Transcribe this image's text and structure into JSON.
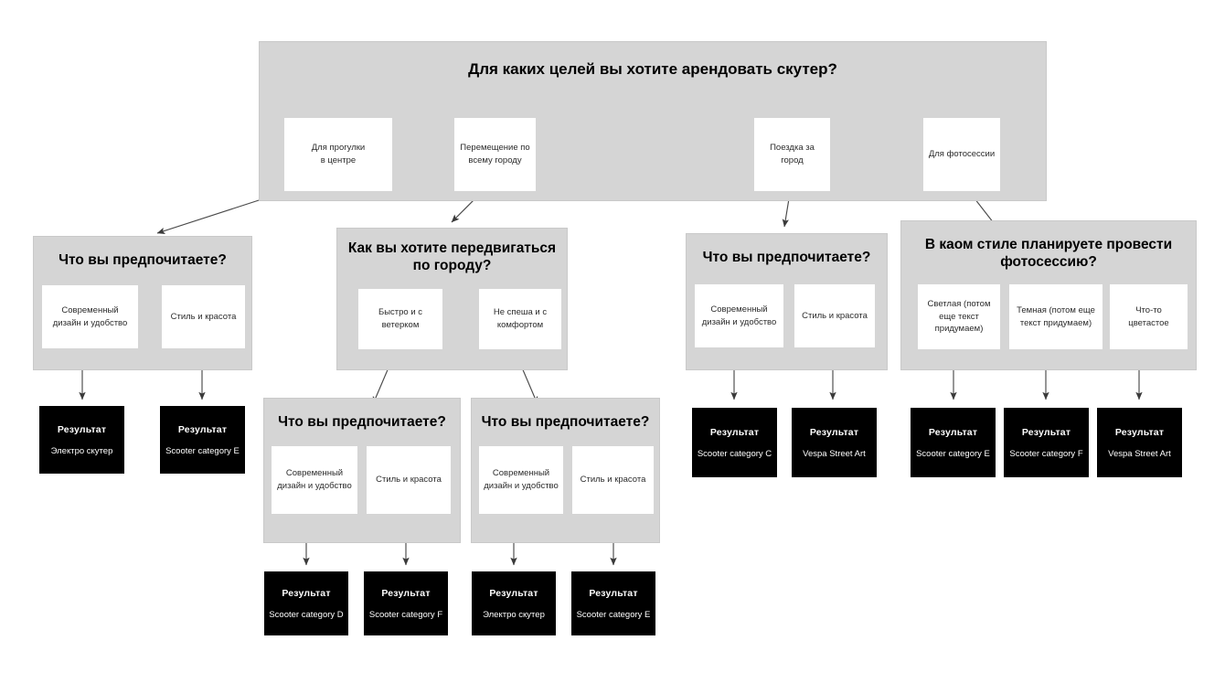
{
  "colors": {
    "panel_bg": "#d5d5d5",
    "option_bg": "#ffffff",
    "result_bg": "#000000",
    "result_text": "#ffffff",
    "edge": "#444444",
    "page_bg": "#ffffff"
  },
  "root": {
    "title": "Для каких целей вы хотите арендовать скутер?",
    "options": [
      {
        "label": "Для прогулки\nв центре"
      },
      {
        "label": "Перемещение по\nвсему городу"
      },
      {
        "label": "Поездка за город"
      },
      {
        "label": "Для фотосессии"
      }
    ]
  },
  "panels": {
    "walk_prefer": {
      "title": "Что вы предпочитаете?",
      "options": [
        {
          "label": "Современный\nдизайн и удобство"
        },
        {
          "label": "Стиль и красота"
        }
      ]
    },
    "city_move": {
      "title": "Как вы хотите передвигаться по городу?",
      "options": [
        {
          "label": "Быстро и с\nветерком"
        },
        {
          "label": "Не спеша и с\nкомфортом"
        }
      ]
    },
    "fast_prefer": {
      "title": "Что вы предпочитаете?",
      "options": [
        {
          "label": "Современный\nдизайн и удобство"
        },
        {
          "label": "Стиль и красота"
        }
      ]
    },
    "slow_prefer": {
      "title": "Что вы предпочитаете?",
      "options": [
        {
          "label": "Современный\nдизайн и удобство"
        },
        {
          "label": "Стиль и красота"
        }
      ]
    },
    "country_prefer": {
      "title": "Что вы предпочитаете?",
      "options": [
        {
          "label": "Современный\nдизайн и удобство"
        },
        {
          "label": "Стиль и красота"
        }
      ]
    },
    "photo_style": {
      "title": "В каом стиле планируете провести фотосессию?",
      "options": [
        {
          "label": "Светлая (потом\nеще текст\nпридумаем)"
        },
        {
          "label": "Темная (потом еще\nтекст придумаем)"
        },
        {
          "label": "Что-то цветастое"
        }
      ]
    }
  },
  "results": [
    {
      "id": "r1",
      "title": "Результат",
      "value": "Электро скутер"
    },
    {
      "id": "r2",
      "title": "Результат",
      "value": "Scooter category E"
    },
    {
      "id": "r3",
      "title": "Результат",
      "value": "Scooter category D"
    },
    {
      "id": "r4",
      "title": "Результат",
      "value": "Scooter category F"
    },
    {
      "id": "r5",
      "title": "Результат",
      "value": "Электро скутер"
    },
    {
      "id": "r6",
      "title": "Результат",
      "value": "Scooter category E"
    },
    {
      "id": "r7",
      "title": "Результат",
      "value": "Scooter category C"
    },
    {
      "id": "r8",
      "title": "Результат",
      "value": "Vespa Street Art"
    },
    {
      "id": "r9",
      "title": "Результат",
      "value": "Scooter category E"
    },
    {
      "id": "r10",
      "title": "Результат",
      "value": "Scooter category F"
    },
    {
      "id": "r11",
      "title": "Результат",
      "value": "Vespa Street Art"
    }
  ]
}
